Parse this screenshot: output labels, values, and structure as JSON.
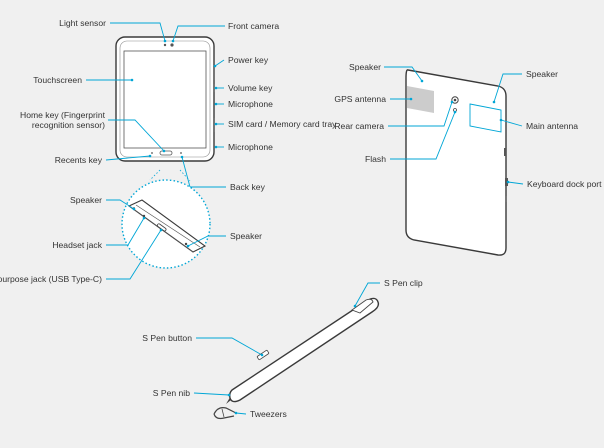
{
  "colors": {
    "accent": "#00a6d6",
    "background": "#f0f0f0",
    "text": "#333333"
  },
  "front": {
    "light_sensor": "Light sensor",
    "front_camera": "Front camera",
    "power_key": "Power key",
    "touchscreen": "Touchscreen",
    "volume_key": "Volume key",
    "microphone_top": "Microphone",
    "home_key_line1": "Home key (Fingerprint",
    "home_key_line2": "recognition sensor)",
    "sim_tray": "SIM card / Memory card tray",
    "microphone_side": "Microphone",
    "recents_key": "Recents key",
    "back_key": "Back key"
  },
  "bottom_detail": {
    "speaker_left": "Speaker",
    "speaker_right": "Speaker",
    "headset_jack": "Headset jack",
    "multipurpose_jack": "Multipurpose jack (USB Type-C)"
  },
  "rear": {
    "speaker_left": "Speaker",
    "speaker_right": "Speaker",
    "gps_antenna": "GPS antenna",
    "rear_camera": "Rear camera",
    "main_antenna": "Main antenna",
    "flash": "Flash",
    "keyboard_dock_port": "Keyboard dock port"
  },
  "pen": {
    "clip": "S Pen clip",
    "button": "S Pen button",
    "nib": "S Pen nib",
    "tweezers": "Tweezers"
  }
}
